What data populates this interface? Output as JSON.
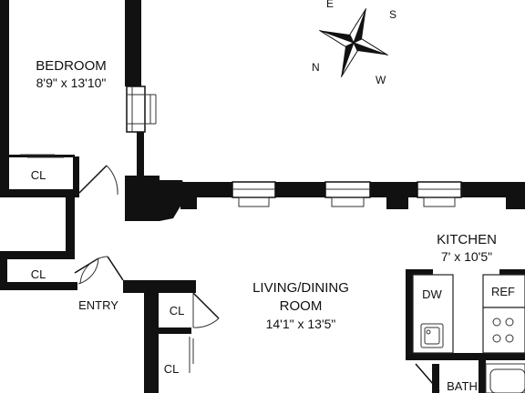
{
  "rooms": {
    "bedroom": {
      "name": "BEDROOM",
      "size": "8'9\" x 13'10\""
    },
    "living": {
      "name_line1": "LIVING/DINING",
      "name_line2": "ROOM",
      "size": "14'1\" x 13'5\""
    },
    "kitchen": {
      "name": "KITCHEN",
      "size": "7' x 10'5\""
    },
    "entry": {
      "name": "ENTRY"
    },
    "bath": {
      "name": "BATH"
    }
  },
  "closets": [
    "CL",
    "CL",
    "CL",
    "CL"
  ],
  "appliances": {
    "dishwasher": "DW",
    "refrigerator": "REF"
  },
  "compass": {
    "n": "N",
    "e": "E",
    "s": "S",
    "w": "W"
  },
  "colors": {
    "wall": "#111111",
    "background": "#ffffff"
  }
}
